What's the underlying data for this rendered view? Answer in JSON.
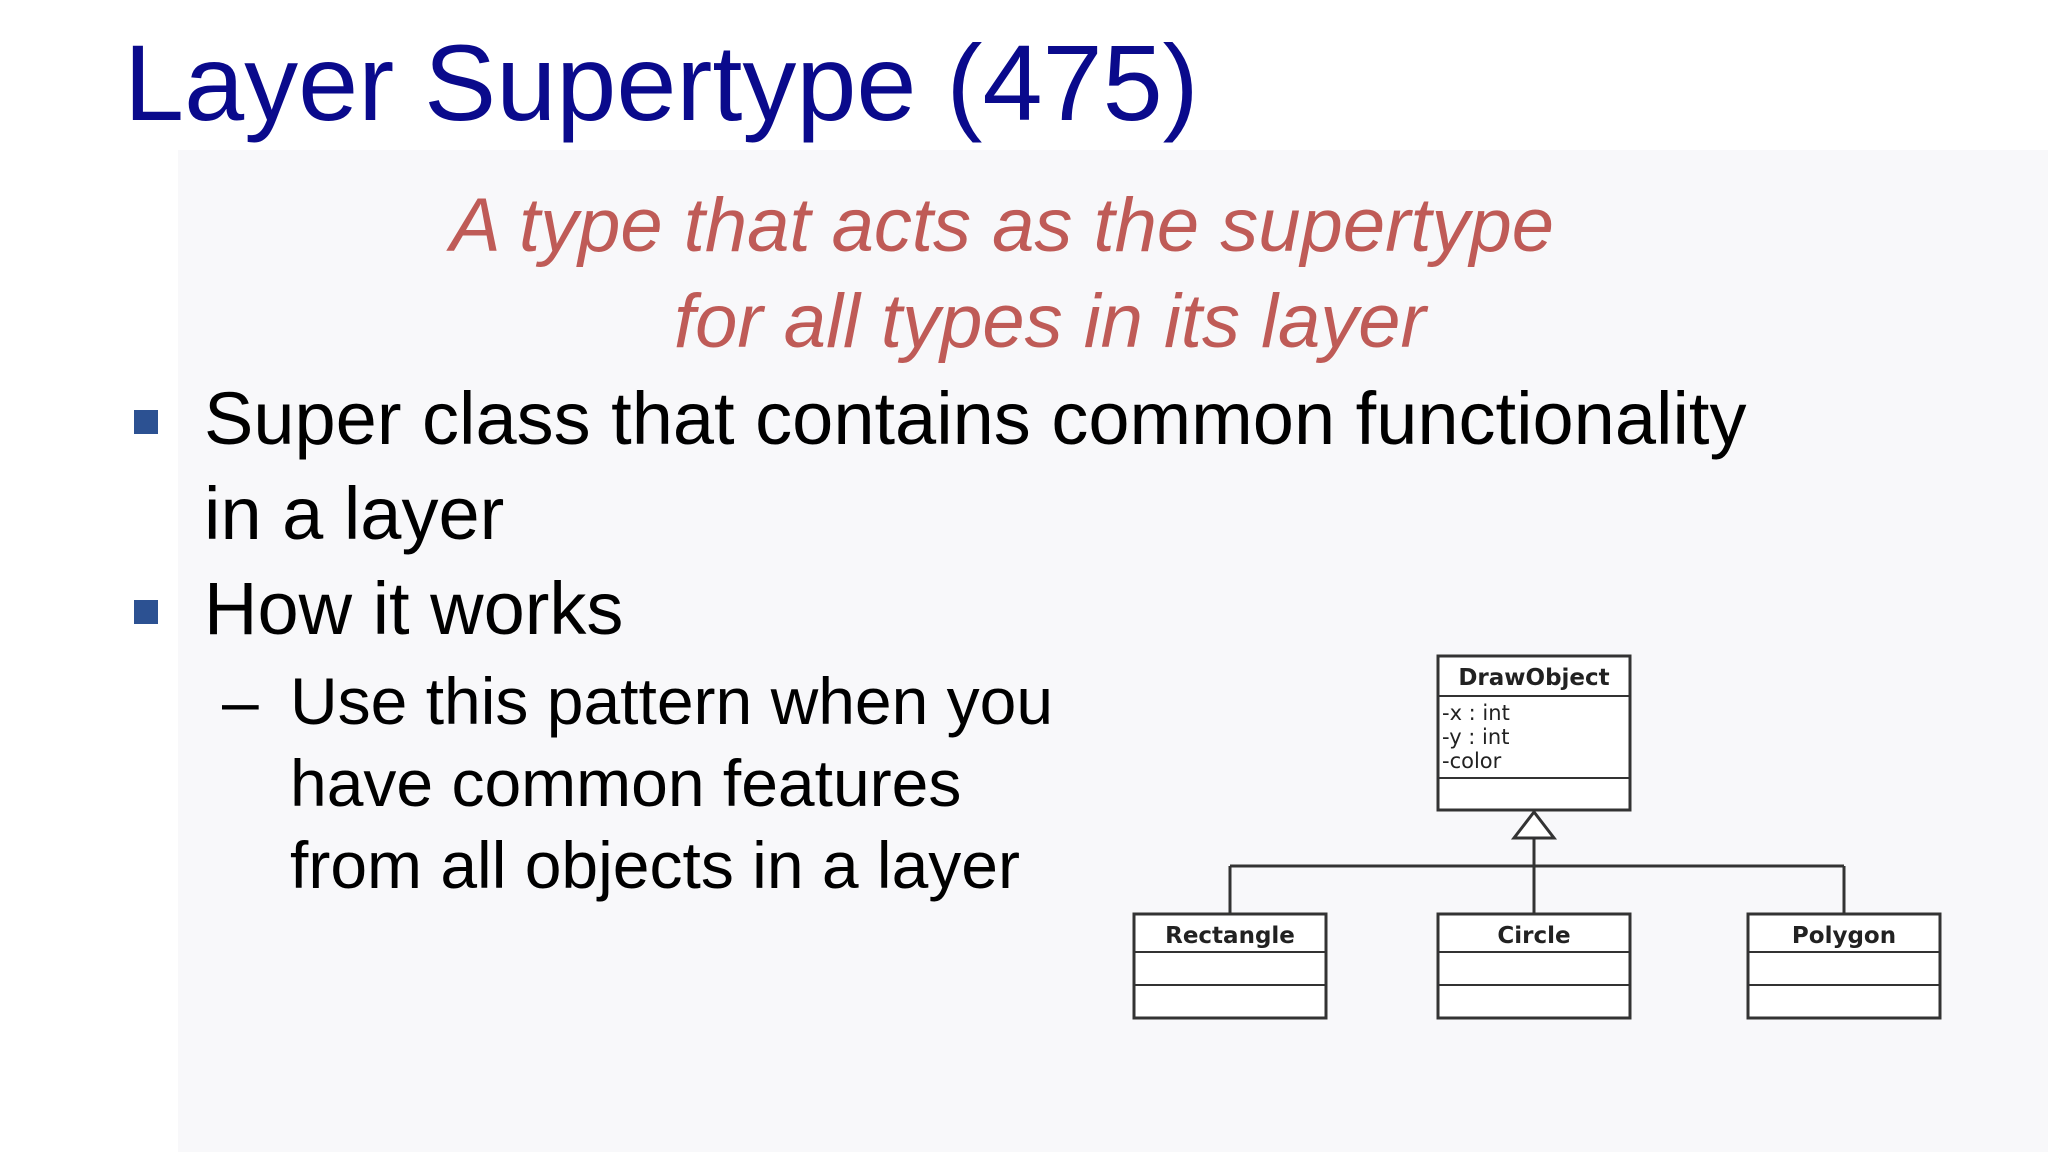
{
  "slide": {
    "title": "Layer Supertype (475)",
    "subtitle_line1": "A type that acts as the supertype",
    "subtitle_line2": "for all types in its layer",
    "bullets": [
      {
        "lines": [
          "Super class that contains common functionality",
          "in a layer"
        ]
      },
      {
        "lines": [
          "How it works"
        ],
        "sub": {
          "dash": "–",
          "lines": [
            "Use this pattern when you",
            "have common features",
            "from all objects in a layer"
          ]
        }
      }
    ]
  },
  "diagram": {
    "parent": {
      "name": "DrawObject",
      "attributes": [
        "-x : int",
        "-y : int",
        "-color"
      ]
    },
    "children": [
      {
        "name": "Rectangle"
      },
      {
        "name": "Circle"
      },
      {
        "name": "Polygon"
      }
    ]
  },
  "colors": {
    "title": "#0a0a8c",
    "subtitle": "#bf5b57",
    "bullet": "#2c5192",
    "body": "#000000",
    "uml_line": "#333333"
  }
}
